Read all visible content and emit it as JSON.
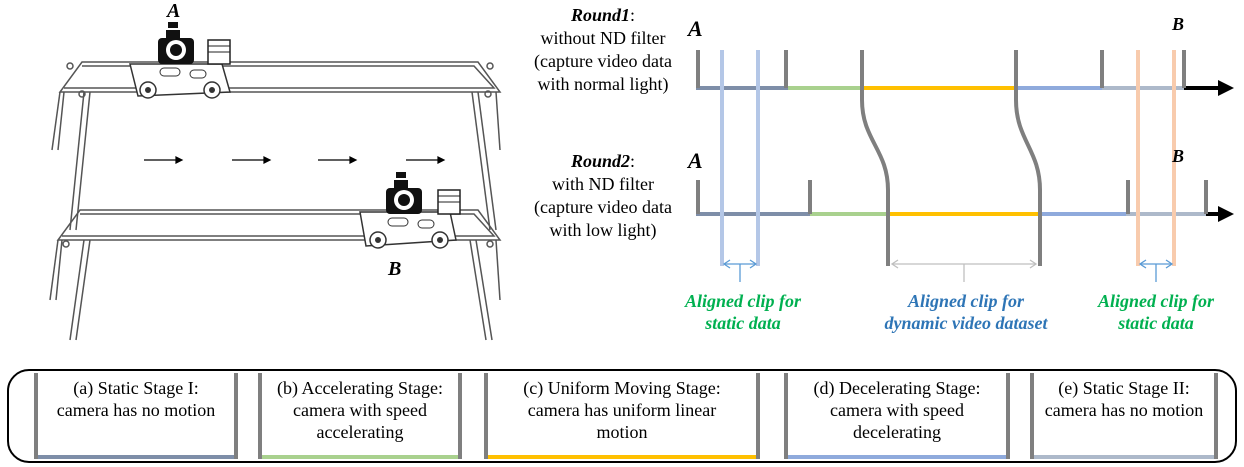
{
  "points": {
    "a": "A",
    "b": "B"
  },
  "rounds": [
    {
      "title": "Round1",
      "suffix": ":",
      "lines": [
        "without ND filter",
        "(capture video data",
        "with normal light)"
      ]
    },
    {
      "title": "Round2",
      "suffix": ":",
      "lines": [
        "with ND filter",
        "(capture video data",
        "with low light)"
      ]
    }
  ],
  "clip_labels": {
    "left": {
      "line1": "Aligned clip for",
      "line2": "static data"
    },
    "middle": {
      "line1": "Aligned clip for",
      "line2": "dynamic video dataset"
    },
    "right": {
      "line1": "Aligned clip for",
      "line2": "static data"
    }
  },
  "stages": [
    {
      "lines": [
        "(a) Static Stage I:",
        "camera has no motion"
      ]
    },
    {
      "lines": [
        "(b) Accelerating Stage:",
        "camera with speed",
        "accelerating"
      ]
    },
    {
      "lines": [
        "(c) Uniform Moving Stage:",
        "camera has uniform linear",
        "motion"
      ]
    },
    {
      "lines": [
        "(d) Decelerating Stage:",
        "camera with speed",
        "decelerating"
      ]
    },
    {
      "lines": [
        "(e) Static Stage II:",
        "camera has no motion"
      ]
    }
  ],
  "colors": {
    "static1": "#7e8ea8",
    "accelerating": "#a9d18e",
    "uniform": "#ffc000",
    "decelerating": "#8faadc",
    "static2": "#adb9ca",
    "stage_bar": "#7f7f7f",
    "clip_blue": "#b4c7e7",
    "clip_peach": "#f8cbad",
    "label_green": "#00b050",
    "label_blue": "#2e75b6",
    "label_gray_bracket": "#bfbfbf"
  }
}
